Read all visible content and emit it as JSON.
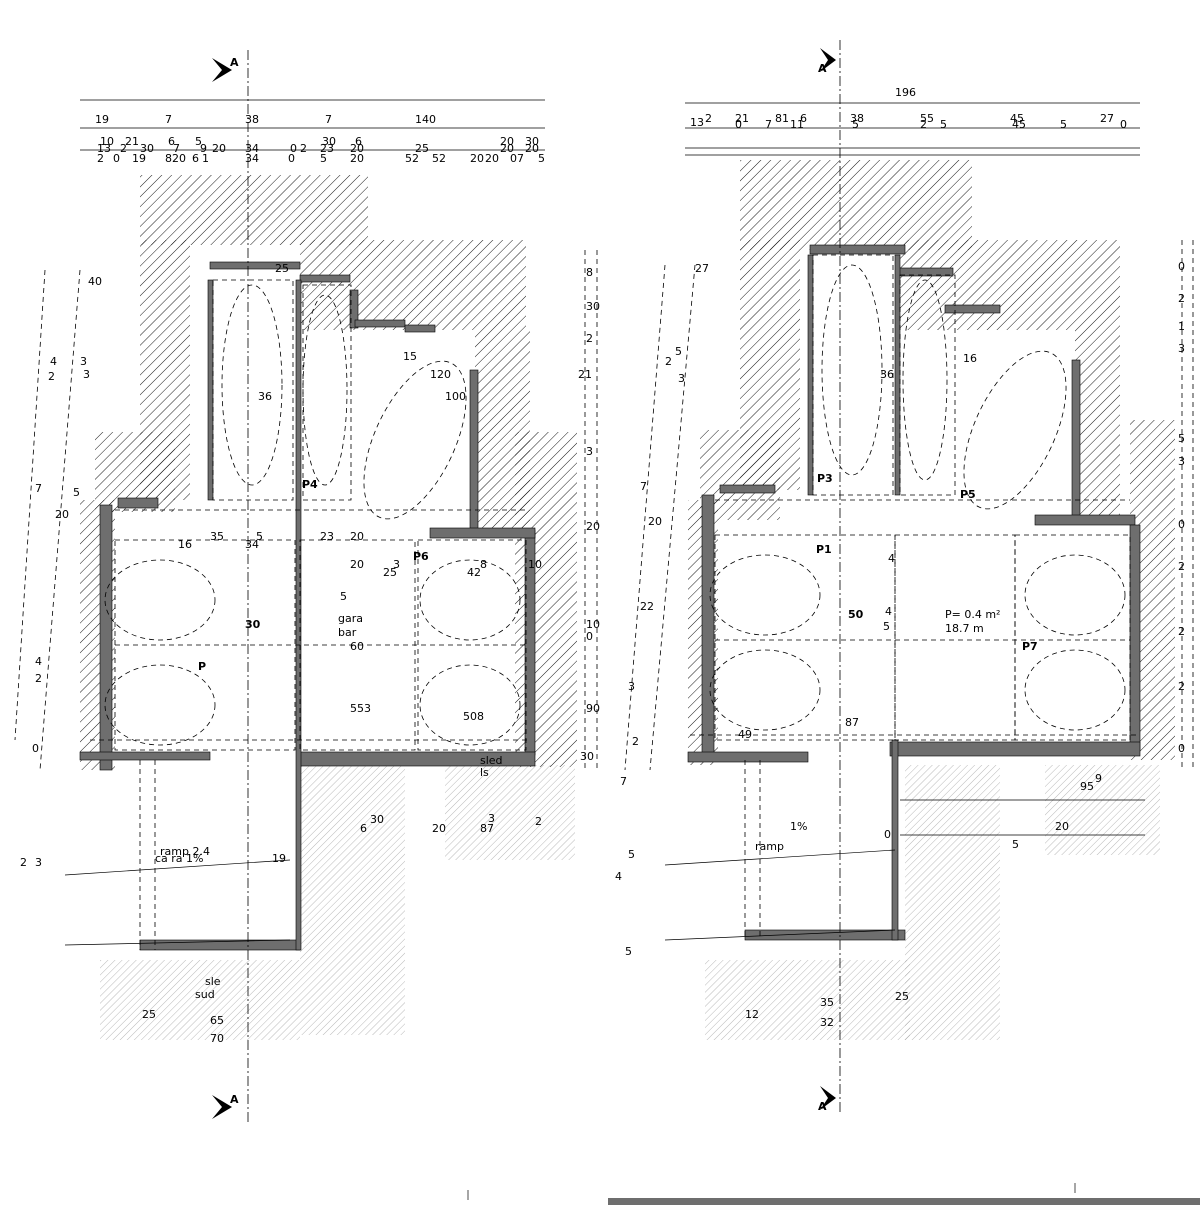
{
  "colors": {
    "hatch": "#000000",
    "wall": "#6e6e6e",
    "ground": "#9a9a9a",
    "line": "#000000"
  },
  "left_plan": {
    "top_dims": {
      "row1": [
        "19",
        "7",
        "38",
        "7",
        "140"
      ],
      "row2": [
        "10",
        "21",
        "6",
        "5",
        "30",
        "6",
        "20",
        "30"
      ],
      "row3": [
        "13",
        "2",
        "30",
        "7",
        "9",
        "20",
        "34",
        "0",
        "2",
        "23",
        "20",
        "52",
        "25",
        "20",
        "20",
        "20"
      ],
      "row4": [
        "2",
        "0",
        "19",
        "820",
        "6",
        "1",
        "34",
        "0",
        "5",
        "20",
        "52",
        "20",
        "07",
        "5"
      ]
    },
    "section_mark": "A",
    "bay_dims": [
      "35",
      "5",
      "23",
      "20",
      "16",
      "34",
      "20",
      "25",
      "42",
      "8",
      "10",
      "3"
    ],
    "labels": {
      "p4": "P4",
      "p6": "P6",
      "p1": "P",
      "garage": "gara",
      "garage2": "bar",
      "area1": "553",
      "area2": "508",
      "d30": "30",
      "d36": "36",
      "d120": "120",
      "d100": "100",
      "d15": "15",
      "d25b": "25",
      "ramp": "ramp 2.4",
      "slope": "ca ra 1%",
      "sled": "sled",
      "sled2": "ls",
      "dim_30b": "30",
      "dim_6": "6",
      "dim_20": "20",
      "dim_87": "87",
      "dim_3": "3",
      "dim_2": "2",
      "dim_19": "19",
      "sle": "sle",
      "sud": "sud",
      "dim_25": "25",
      "dim_65": "65",
      "dim_70": "70",
      "dim_5": "5",
      "dim_60": "60"
    },
    "left_dims": [
      "40",
      "4",
      "3",
      "2",
      "3",
      "7",
      "5",
      "20",
      "4",
      "2",
      "0",
      "3",
      "2"
    ],
    "right_dims": [
      "8",
      "30",
      "2",
      "21",
      "3",
      "20",
      "0",
      "10",
      "90",
      "30"
    ]
  },
  "right_plan": {
    "top_dims": {
      "row1": [
        "196"
      ],
      "row2": [
        "13",
        "2",
        "21",
        "81",
        "6",
        "38",
        "55",
        "45",
        "27"
      ],
      "row3": [
        "0",
        "7",
        "11",
        "5",
        "2",
        "5",
        "45",
        "5",
        "0"
      ]
    },
    "section_mark": "A",
    "labels": {
      "p3": "P3",
      "p5": "P5",
      "p1": "P1",
      "p7": "P7",
      "area_label": "P= 0.4 m²",
      "area2": "18.7 m",
      "d16": "16",
      "d36": "36",
      "d50": "50",
      "d87": "87",
      "d49": "49",
      "d95": "95",
      "d20": "20",
      "d5": "5",
      "d4": "4",
      "d9": "9",
      "d25": "25",
      "d35": "35",
      "dim_5": "5",
      "dim_4": "4",
      "dim_0": "0",
      "dim_12": "12",
      "dim_32": "32",
      "ramp": "ramp",
      "slope": "1%"
    },
    "left_dims": [
      "27",
      "2",
      "5",
      "3",
      "7",
      "20",
      "22",
      "3",
      "2",
      "7",
      "4",
      "5",
      "5"
    ],
    "right_dims": [
      "0",
      "2",
      "1",
      "3",
      "5",
      "3",
      "0",
      "2",
      "2",
      "2",
      "0"
    ]
  }
}
